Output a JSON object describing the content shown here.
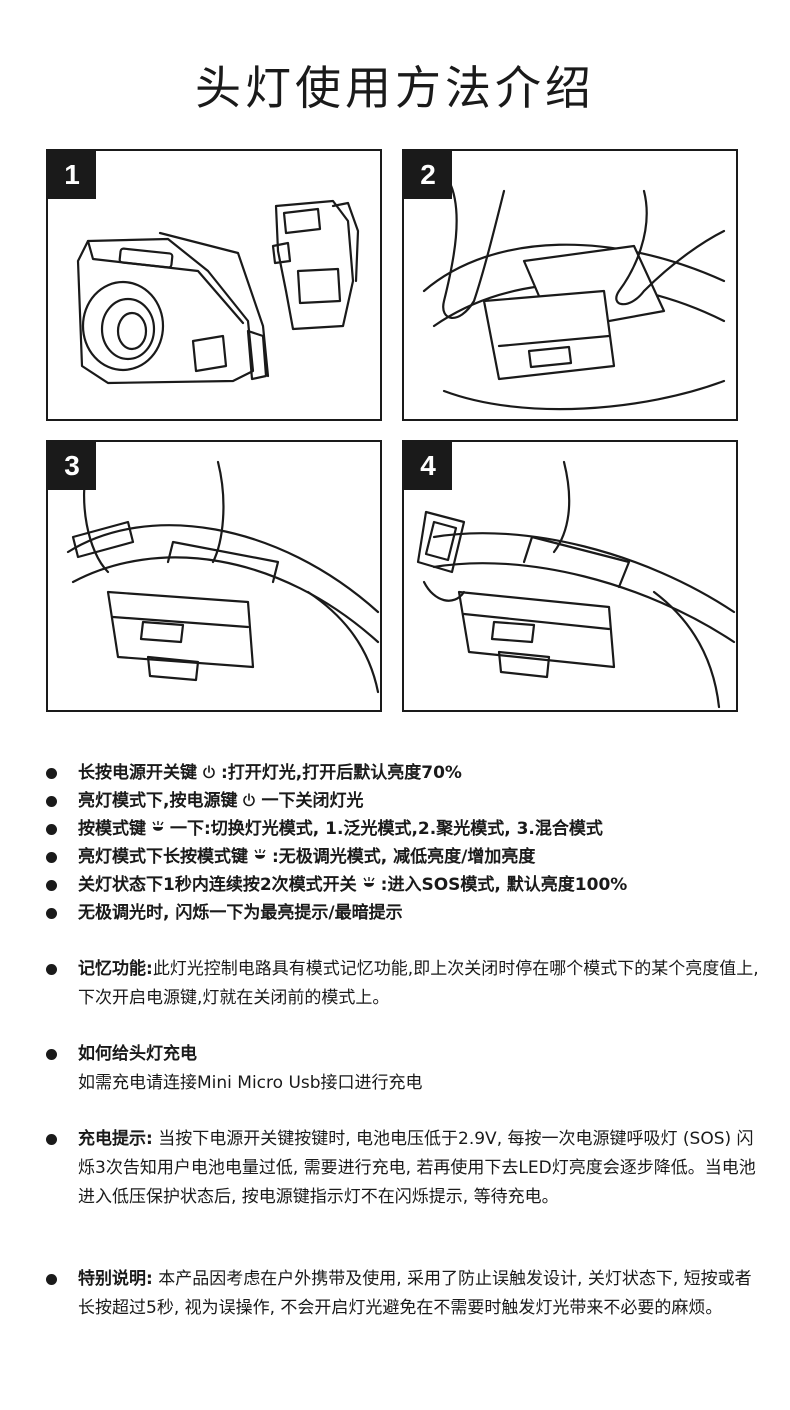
{
  "title": "头灯使用方法介绍",
  "panels": [
    {
      "number": "1"
    },
    {
      "number": "2"
    },
    {
      "number": "3"
    },
    {
      "number": "4"
    }
  ],
  "bullets": [
    {
      "before": "长按电源开关键",
      "icon": "power",
      "after": ":打开灯光,打开后默认亮度70%"
    },
    {
      "before": "亮灯模式下,按电源键",
      "icon": "power",
      "after": "一下关闭灯光"
    },
    {
      "before": "按模式键",
      "icon": "mode",
      "after": "一下:切换灯光模式, 1.泛光模式,2.聚光模式, 3.混合模式"
    },
    {
      "before": "亮灯模式下长按模式键",
      "icon": "mode",
      "after": ":无极调光模式, 减低亮度/增加亮度"
    },
    {
      "before": "关灯状态下1秒内连续按2次模式开关",
      "icon": "mode",
      "after": ":进入SOS模式, 默认亮度100%"
    },
    {
      "before": "无极调光时, 闪烁一下为最亮提示/最暗提示",
      "icon": "",
      "after": ""
    }
  ],
  "memory": {
    "label": "记忆功能:",
    "text": "此灯光控制电路具有模式记忆功能,即上次关闭时停在哪个模式下的某个亮度值上,下次开启电源键,灯就在关闭前的模式上。"
  },
  "charging": {
    "label": "如何给头灯充电",
    "text": "如需充电请连接Mini Micro Usb接口进行充电"
  },
  "charge_tip": {
    "label": "充电提示:",
    "text": " 当按下电源开关键按键时, 电池电压低于2.9V, 每按一次电源键呼吸灯 (SOS) 闪烁3次告知用户电池电量过低, 需要进行充电, 若再使用下去LED灯亮度会逐步降低。当电池进入低压保护状态后, 按电源键指示灯不在闪烁提示, 等待充电。"
  },
  "special": {
    "label": "特别说明:",
    "text": " 本产品因考虑在户外携带及使用, 采用了防止误触发设计, 关灯状态下, 短按或者长按超过5秒, 视为误操作, 不会开启灯光避免在不需要时触发灯光带来不必要的麻烦。"
  }
}
